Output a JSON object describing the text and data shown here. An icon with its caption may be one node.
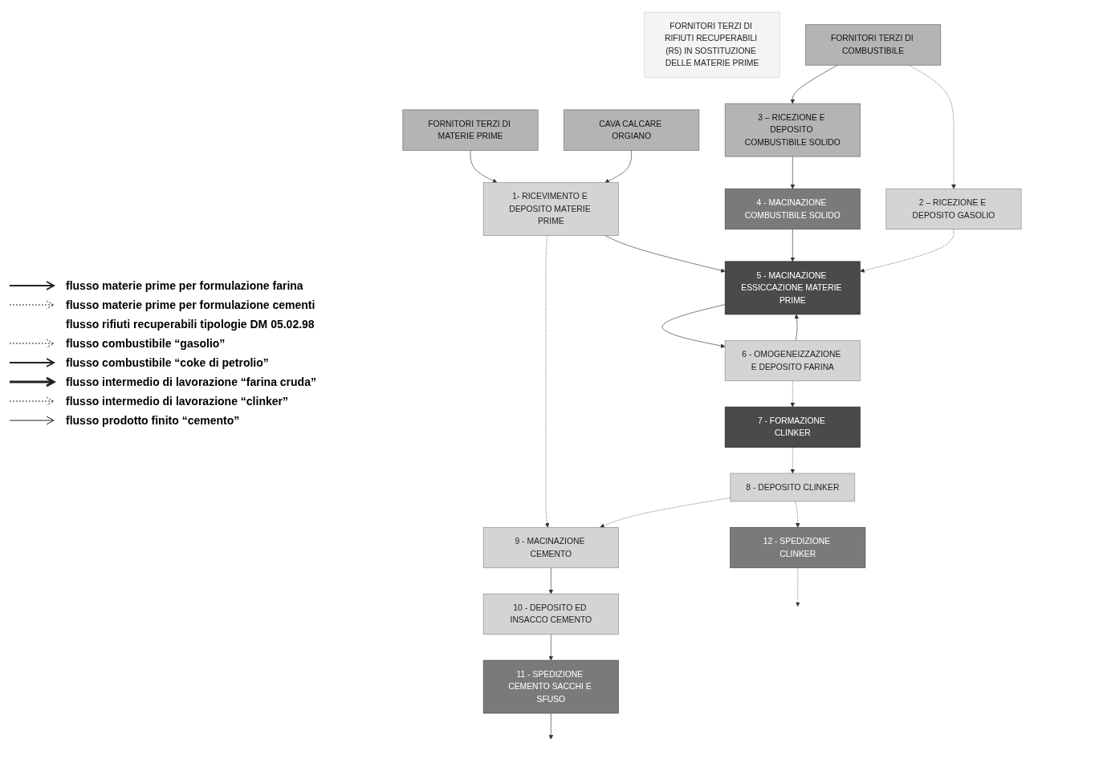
{
  "diagram": {
    "nodes": [
      {
        "text": [
          "FORNITORI TERZI DI MATERIE PRIME"
        ]
      },
      {
        "text": [
          "CAVA CALCARE ORGIANO"
        ]
      },
      {
        "text": [
          "FORNITORI TERZI DI RIFIUTI RECUPERABILI (R5) IN SOSTITUZIONE DELLE MATERIE PRIME"
        ]
      },
      {
        "text": [
          "FORNITORI TERZI DI COMBUSTIBILE"
        ]
      },
      {
        "text": [
          "1- RICEVIMENTO E DEPOSITO MATERIE PRIME"
        ]
      },
      {
        "text": [
          "2 – RICEZIONE E DEPOSITO GASOLIO"
        ]
      },
      {
        "text": [
          "3 – RICEZIONE E DEPOSITO COMBUSTIBILE SOLIDO"
        ]
      },
      {
        "text": [
          "4 - MACINAZIONE COMBUSTIBILE SOLIDO"
        ]
      },
      {
        "text": [
          "5 - MACINAZIONE ESSICCAZIONE MATERIE PRIME"
        ]
      },
      {
        "text": [
          "6 - OMOGENEIZZAZIONE E DEPOSITO FARINA"
        ]
      },
      {
        "text": [
          "7 - FORMAZIONE CLINKER"
        ]
      },
      {
        "text": [
          "8 - DEPOSITO CLINKER"
        ]
      },
      {
        "text": [
          "9 - MACINAZIONE CEMENTO"
        ]
      },
      {
        "text": [
          "10 - DEPOSITO ED INSACCO CEMENTO"
        ]
      },
      {
        "text": [
          "12 - SPEDIZIONE CLINKER"
        ]
      },
      {
        "text": [
          "11 - SPEDIZIONE CEMENTO SACCHI E SFUSO"
        ]
      }
    ],
    "edges": [
      {
        "from": 0,
        "to": 4,
        "arrow": "to"
      },
      {
        "from": 1,
        "to": 4,
        "arrow": "to"
      },
      {
        "from": 3,
        "to": 5,
        "arrow": "to",
        "style": "dashed"
      },
      {
        "from": 3,
        "to": 6,
        "arrow": "to"
      },
      {
        "from": 6,
        "to": 7,
        "arrow": "to"
      },
      {
        "from": 4,
        "to": 8,
        "arrow": "to"
      },
      {
        "from": 4,
        "to": 12,
        "arrow": "to",
        "style": "dashed"
      },
      {
        "from": 7,
        "to": 8,
        "arrow": "to"
      },
      {
        "from": 5,
        "to": 8,
        "arrow": "to",
        "style": "dashed"
      },
      {
        "from": 8,
        "to": 9,
        "arrow": "to"
      },
      {
        "from": 9,
        "to": 8,
        "arrow": "to"
      },
      {
        "from": 9,
        "to": 10,
        "arrow": "to",
        "style": "dashed"
      },
      {
        "from": 10,
        "to": 11,
        "arrow": "to",
        "style": "dashed"
      },
      {
        "from": 11,
        "to": 12,
        "arrow": "to",
        "style": "dashed"
      },
      {
        "from": 12,
        "to": 13,
        "arrow": "to"
      },
      {
        "from": 13,
        "to": 15,
        "arrow": "to"
      },
      {
        "from": 11,
        "to": 14,
        "arrow": "to",
        "style": "dashed"
      },
      {
        "from": 14,
        "to": null,
        "arrow": "to",
        "style": "dashed"
      },
      {
        "from": 15,
        "to": null,
        "arrow": "to"
      }
    ],
    "legend": [
      {
        "text": "flusso materie prime per formulazione farina"
      },
      {
        "text": "flusso materie prime per formulazione cementi"
      },
      {
        "text": "flusso rifiuti recuperabili tipologie DM 05.02.98"
      },
      {
        "text": "flusso combustibile “gasolio”"
      },
      {
        "text": "flusso combustibile “coke di petrolio”"
      },
      {
        "text": "flusso intermedio di lavorazione “farina cruda”"
      },
      {
        "text": "flusso intermedio di lavorazione “clinker”"
      },
      {
        "text": "flusso prodotto finito “cemento”"
      }
    ]
  }
}
